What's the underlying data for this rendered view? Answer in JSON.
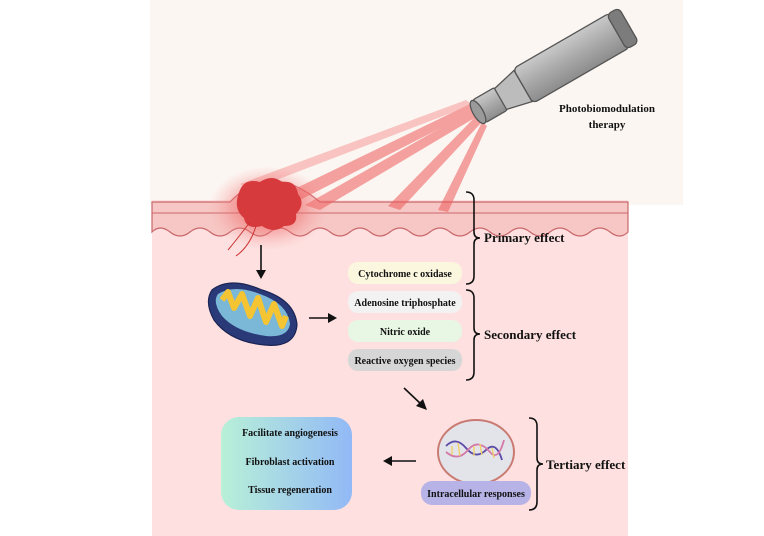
{
  "therapy": {
    "line1": "Photobiomodulation",
    "line2": "therapy"
  },
  "effects": {
    "primary": "Primary effect",
    "secondary": "Secondary effect",
    "tertiary": "Tertiary effect"
  },
  "primary_items": [
    "Cytochrome c oxidase"
  ],
  "secondary_items": [
    "Adenosine triphosphate",
    "Nitric oxide",
    "Reactive oxygen species"
  ],
  "tertiary_label": "Intracellular responses",
  "outcomes": [
    "Facilitate angiogenesis",
    "Fibroblast activation",
    "Tissue regeneration"
  ],
  "colors": {
    "skin": "#f7c9c6",
    "tissue": "#fde0df",
    "beam": "#e8504f",
    "lump": "#d9383a",
    "cytochrome_box": "#fbf7df",
    "atp_box": "#f3f2f2",
    "no_box": "#e8f7e4",
    "ros_box": "#d6d6d6",
    "intracellular_box": "#b7b3e6",
    "outcome_gradient": [
      "#b8f0d8",
      "#92b9f6"
    ]
  },
  "icons": [
    "flashlight-icon",
    "mitochondrion-icon",
    "cell-dna-icon",
    "arrow-icon",
    "brace-icon"
  ]
}
